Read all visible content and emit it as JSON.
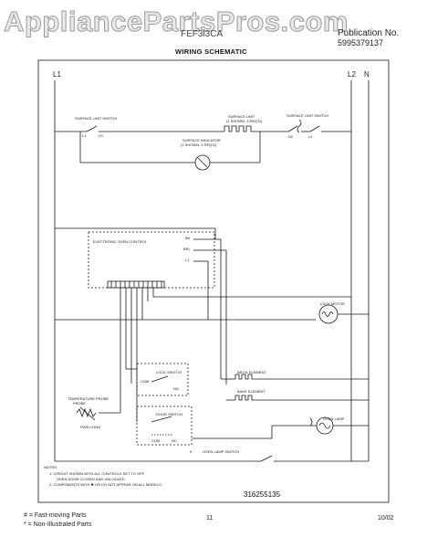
{
  "watermark": "AppliancePartsPros.com",
  "header": {
    "model": "FEF3l3CA",
    "publication_label": "Publication No.",
    "publication_number": "5995379137",
    "title": "WIRING SCHEMATIC"
  },
  "rails": {
    "l1": "L1",
    "l2": "L2",
    "n": "N"
  },
  "components": {
    "surface_unit_switch_left": "SURFACE UNIT SWITCH",
    "surface_unit_upper": "SURFACE UNIT",
    "surface_unit_upper_sub": "(1 SHOWN, 3 REQ'D)",
    "surface_unit_switch_right": "SURFACE UNIT SWITCH",
    "surface_indicator": "SURFACE INDICATOR",
    "surface_indicator_sub": "(1 SHOWN, 2 REQ'D)",
    "electronic_oven_control": "ELECTRONIC OVEN CONTROL",
    "eoc_bake": "BK",
    "eoc_broil": "BRL",
    "eoc_l1": "L1",
    "lock_motor": "LOCK MOTOR",
    "lock_switch": "LOCK SWITCH",
    "broil_element": "BROIL ELEMENT",
    "bake_element": "BAKE ELEMENT",
    "temperature_probe": "TEMPERATURE PROBE",
    "pwb_conn": "PWB CONN",
    "door_switch": "DOOR SWITCH",
    "oven_lamp": "OVEN LAMP",
    "oven_lamp_switch": "OVEN LAMP SWITCH",
    "contact_com": "COM",
    "contact_no": "NO",
    "contact_nc": "NC",
    "h1": "H1",
    "h2": "H2",
    "l1": "L1",
    "l2": "L2",
    "asterisk": "*"
  },
  "notes": {
    "heading": "NOTES:",
    "n1": "1.  CIRCUIT SHOWN WITH ALL CONTROLS SET TO OFF.",
    "n1b": "OVEN DOOR CLOSED AND UNLOCKED.",
    "n2": "2.  COMPONENTS WITH  ✱  OR DO NOT APPEAR ON ALL MODELS."
  },
  "diagram_number": "316255135",
  "footer": {
    "left1": "# = Fast-moving Parts",
    "left2": "* = Non-Illustrated Parts",
    "page": "11",
    "date": "10/02"
  }
}
